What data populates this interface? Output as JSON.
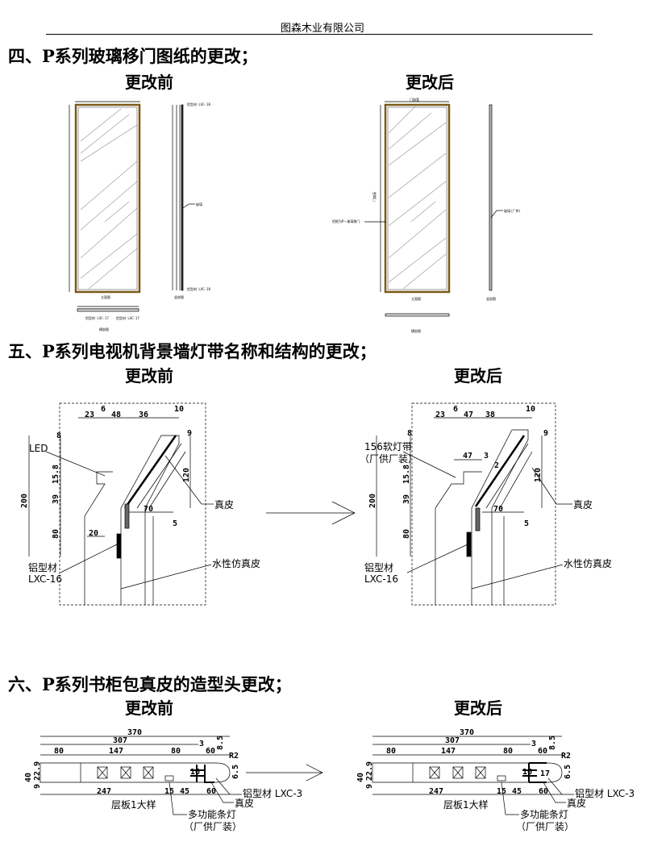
{
  "header": {
    "company": "图森木业有限公司"
  },
  "section4": {
    "title": "四、P系列玻璃移门图纸的更改；",
    "before_label": "更改前",
    "after_label": "更改后",
    "before": {
      "frame_top": "铝型材 LXC-18",
      "glass": "玻璃",
      "frame_bottom": "铝型材 LXC-18",
      "elevation": "立面图",
      "side_section": "竖剖图",
      "plan_section": "横剖图",
      "plan_left": "铝型材 LXC-17",
      "plan_right": "铝型材 LXC-17"
    },
    "after": {
      "width_dim": "门扇宽",
      "height_dim": "门扇高",
      "frame_note": "铝框为P一玻璃移门",
      "glass": "玻璃(厂供)",
      "elevation": "立面图",
      "side_section": "竖剖图",
      "plan_section": "横剖图"
    }
  },
  "section5": {
    "title": "五、P系列电视机背景墙灯带名称和结构的更改；",
    "before_label": "更改前",
    "after_label": "更改后",
    "before": {
      "dims_top": [
        "23",
        "6",
        "48",
        "36",
        "10"
      ],
      "dims_left": [
        "8",
        "200",
        "15.8",
        "39",
        "80"
      ],
      "dim_120": "120",
      "dim_9": "9",
      "dim_70": "70",
      "dim_20": "20",
      "dim_5": "5",
      "led": "LED",
      "leather": "真皮",
      "aluminum": "铝型材",
      "aluminum_code": "LXC-16",
      "faux_leather": "水性仿真皮"
    },
    "after": {
      "dims_top": [
        "23",
        "6",
        "47",
        "38",
        "10"
      ],
      "dims_left": [
        "8",
        "200",
        "15.8",
        "39",
        "80"
      ],
      "dim_120": "120",
      "dim_9": "9",
      "dim_70": "70",
      "dim_47": "47",
      "dim_3": "3",
      "dim_2": "2",
      "dim_5": "5",
      "light_strip": "156软灯带",
      "supply_note": "（厂供厂装）",
      "leather": "真皮",
      "aluminum": "铝型材",
      "aluminum_code": "LXC-16",
      "faux_leather": "水性仿真皮"
    }
  },
  "section6": {
    "title": "六、P系列书柜包真皮的造型头更改；",
    "before_label": "更改前",
    "after_label": "更改后",
    "detail": {
      "total": "370",
      "inner": "307",
      "segments": [
        "80",
        "147",
        "80",
        "60"
      ],
      "dim_3": "3",
      "dim_8_5": "8.5",
      "dim_6_5": "6.5",
      "dim_r": "R2",
      "height": "40",
      "h1": "9",
      "h2": "22.9",
      "bottom": [
        "247",
        "15",
        "45",
        "60"
      ],
      "dim_16": "16",
      "dim_17": "17",
      "caption": "层板1大样",
      "aluminum": "铝型材 LXC-3",
      "leather": "真皮",
      "light": "多功能条灯",
      "supply_note": "（厂供厂装）"
    }
  }
}
